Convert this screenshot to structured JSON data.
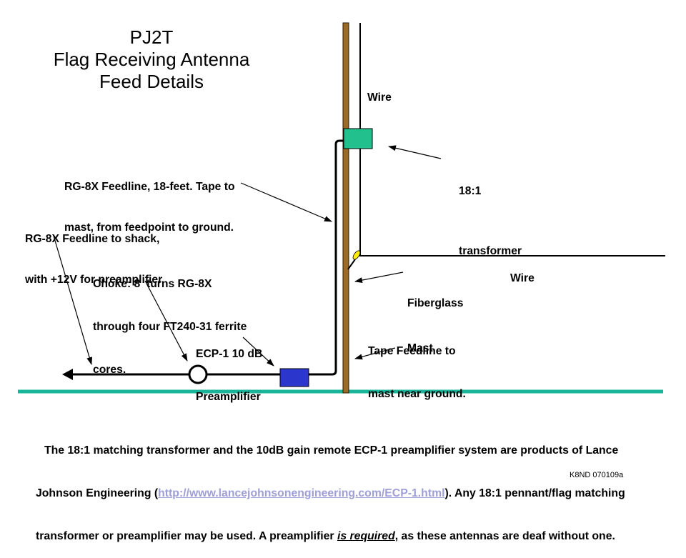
{
  "title": {
    "lines": [
      "PJ2T",
      "Flag Receiving Antenna",
      "Feed Details"
    ]
  },
  "labels": {
    "wire_top": "Wire",
    "wire_horizontal": "Wire",
    "feedline_18ft": [
      "RG-8X Feedline, 18-feet. Tape to",
      "mast, from feedpoint to ground."
    ],
    "transformer": [
      "18:1",
      "transformer"
    ],
    "feedline_shack": [
      "RG-8X Feedline to shack,",
      "with +12V for preamplifier"
    ],
    "choke": [
      "Choke: 8  turns RG-8X",
      "through four FT240-31 ferrite",
      "cores."
    ],
    "preamp": [
      "ECP-1 10 dB",
      "Preamplifier"
    ],
    "mast": [
      "Fiberglass",
      "Mast"
    ],
    "tape": [
      "Tape Feedline to",
      "mast near ground."
    ]
  },
  "note": {
    "line1": "The 18:1 matching transformer and the 10dB gain remote ECP-1 preamplifier system are products of Lance",
    "line2_start": "Johnson Engineering (",
    "link": "http://www.lancejohnsonengineering.com/ECP-1.html",
    "line2_end": "). Any 18:1 pennant/flag matching",
    "line3_start": "transformer or preamplifier may be used. A preamplifier ",
    "emphasis": "is required",
    "line3_end": ", as these antennas are deaf without one."
  },
  "footer_id": "K8ND 070109a",
  "colors": {
    "mast": "#9a6a26",
    "transformer": "#21c08c",
    "preamp": "#2a36cc",
    "ground": "#19b59a",
    "insulator": "#ffee00",
    "link": "#9f9fd8"
  }
}
